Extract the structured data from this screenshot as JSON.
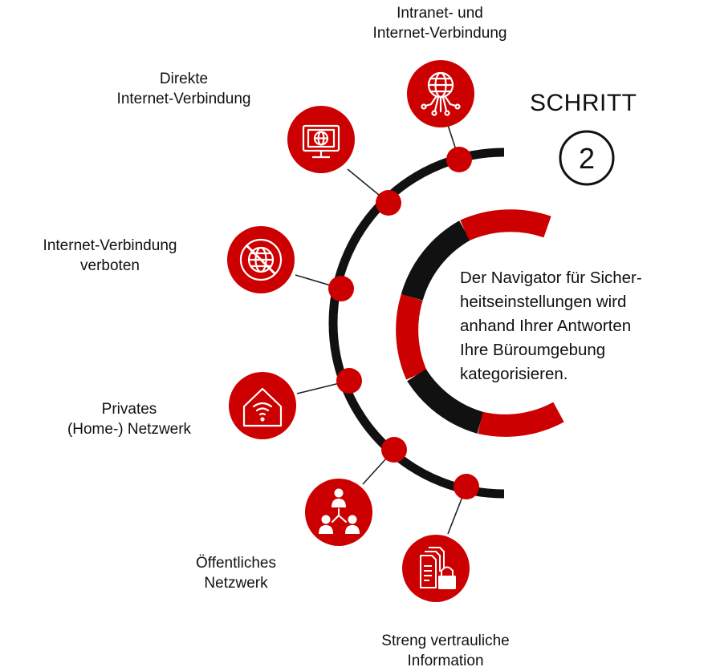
{
  "step": {
    "title": "SCHRITT",
    "number": "2"
  },
  "description": [
    "Der Navigator für Sicher-",
    "heitseinstellungen wird",
    "anhand Ihrer Antworten",
    "Ihre Büroumgebung",
    "kategorisieren."
  ],
  "nodes": [
    {
      "id": "intranet-internet",
      "icon": "globe-network-icon",
      "lines": [
        "Intranet- und",
        "Internet-Verbindung"
      ]
    },
    {
      "id": "direct-internet",
      "icon": "monitor-globe-icon",
      "lines": [
        "Direkte",
        "Internet-Verbindung"
      ]
    },
    {
      "id": "internet-forbidden",
      "icon": "globe-forbidden-icon",
      "lines": [
        "Internet-Verbindung",
        "verboten"
      ]
    },
    {
      "id": "home-network",
      "icon": "home-wifi-icon",
      "lines": [
        "Privates",
        "(Home-) Netzwerk"
      ]
    },
    {
      "id": "public-network",
      "icon": "people-network-icon",
      "lines": [
        "Öffentliches",
        "Netzwerk"
      ]
    },
    {
      "id": "confidential",
      "icon": "documents-lock-icon",
      "lines": [
        "Streng vertrauliche",
        "Information"
      ]
    }
  ],
  "colors": {
    "accent": "#cc0000",
    "dark": "#111111"
  }
}
